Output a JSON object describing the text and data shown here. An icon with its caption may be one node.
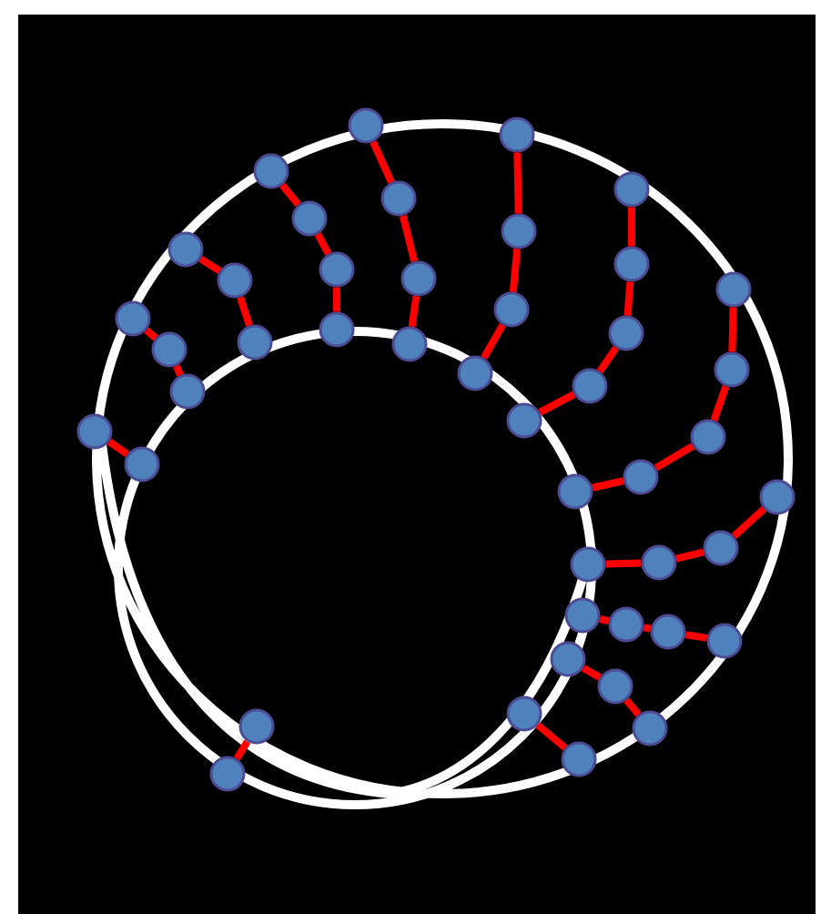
{
  "diagram": {
    "nodes": [
      {
        "text": [],
        "shape": "circle"
      },
      {
        "text": [],
        "shape": "circle"
      },
      {
        "text": [],
        "shape": "circle"
      },
      {
        "text": [],
        "shape": "circle"
      },
      {
        "text": [],
        "shape": "circle"
      },
      {
        "text": [],
        "shape": "circle"
      },
      {
        "text": [],
        "shape": "circle"
      },
      {
        "text": [],
        "shape": "circle"
      },
      {
        "text": [],
        "shape": "circle"
      },
      {
        "text": [],
        "shape": "circle"
      },
      {
        "text": [],
        "shape": "circle"
      },
      {
        "text": [],
        "shape": "circle"
      },
      {
        "text": [],
        "shape": "circle"
      },
      {
        "text": [],
        "shape": "circle"
      },
      {
        "text": [],
        "shape": "circle"
      },
      {
        "text": [],
        "shape": "circle"
      },
      {
        "text": [],
        "shape": "circle"
      },
      {
        "text": [],
        "shape": "circle"
      },
      {
        "text": [],
        "shape": "circle"
      },
      {
        "text": [],
        "shape": "circle"
      },
      {
        "text": [],
        "shape": "circle"
      },
      {
        "text": [],
        "shape": "circle"
      },
      {
        "text": [],
        "shape": "circle"
      },
      {
        "text": [],
        "shape": "circle"
      },
      {
        "text": [],
        "shape": "circle"
      },
      {
        "text": [],
        "shape": "circle"
      },
      {
        "text": [],
        "shape": "circle"
      },
      {
        "text": [],
        "shape": "circle"
      },
      {
        "text": [],
        "shape": "circle"
      },
      {
        "text": [],
        "shape": "circle"
      },
      {
        "text": [],
        "shape": "circle"
      },
      {
        "text": [],
        "shape": "circle"
      },
      {
        "text": [],
        "shape": "circle"
      },
      {
        "text": [],
        "shape": "circle"
      },
      {
        "text": [],
        "shape": "circle"
      },
      {
        "text": [],
        "shape": "circle"
      },
      {
        "text": [],
        "shape": "circle"
      },
      {
        "text": [],
        "shape": "circle"
      },
      {
        "text": [],
        "shape": "circle"
      },
      {
        "text": [],
        "shape": "circle"
      },
      {
        "text": [],
        "shape": "circle"
      },
      {
        "text": [],
        "shape": "circle"
      },
      {
        "text": [],
        "shape": "circle"
      },
      {
        "text": [],
        "shape": "circle"
      },
      {
        "text": [],
        "shape": "circle"
      }
    ],
    "edges": [
      {
        "from": 0,
        "to": 1,
        "arrow": "none"
      },
      {
        "from": 2,
        "to": 3,
        "arrow": "none"
      },
      {
        "from": 3,
        "to": 4,
        "arrow": "none"
      },
      {
        "from": 5,
        "to": 6,
        "arrow": "none"
      },
      {
        "from": 6,
        "to": 7,
        "arrow": "none"
      },
      {
        "from": 8,
        "to": 9,
        "arrow": "none"
      },
      {
        "from": 9,
        "to": 10,
        "arrow": "none"
      },
      {
        "from": 10,
        "to": 11,
        "arrow": "none"
      },
      {
        "from": 12,
        "to": 13,
        "arrow": "none"
      },
      {
        "from": 13,
        "to": 14,
        "arrow": "none"
      },
      {
        "from": 14,
        "to": 15,
        "arrow": "none"
      },
      {
        "from": 16,
        "to": 17,
        "arrow": "none"
      },
      {
        "from": 17,
        "to": 18,
        "arrow": "none"
      },
      {
        "from": 18,
        "to": 19,
        "arrow": "none"
      },
      {
        "from": 20,
        "to": 21,
        "arrow": "none"
      },
      {
        "from": 21,
        "to": 22,
        "arrow": "none"
      },
      {
        "from": 22,
        "to": 23,
        "arrow": "none"
      },
      {
        "from": 23,
        "to": 24,
        "arrow": "none"
      },
      {
        "from": 25,
        "to": 26,
        "arrow": "none"
      },
      {
        "from": 26,
        "to": 27,
        "arrow": "none"
      },
      {
        "from": 27,
        "to": 28,
        "arrow": "none"
      },
      {
        "from": 28,
        "to": 29,
        "arrow": "none"
      },
      {
        "from": 30,
        "to": 31,
        "arrow": "none"
      },
      {
        "from": 31,
        "to": 32,
        "arrow": "none"
      },
      {
        "from": 32,
        "to": 33,
        "arrow": "none"
      },
      {
        "from": 34,
        "to": 35,
        "arrow": "none"
      },
      {
        "from": 35,
        "to": 36,
        "arrow": "none"
      },
      {
        "from": 36,
        "to": 37,
        "arrow": "none"
      },
      {
        "from": 38,
        "to": 39,
        "arrow": "none"
      },
      {
        "from": 39,
        "to": 40,
        "arrow": "none"
      },
      {
        "from": 41,
        "to": 42,
        "arrow": "none"
      },
      {
        "from": 43,
        "to": 44,
        "arrow": "none"
      }
    ]
  }
}
